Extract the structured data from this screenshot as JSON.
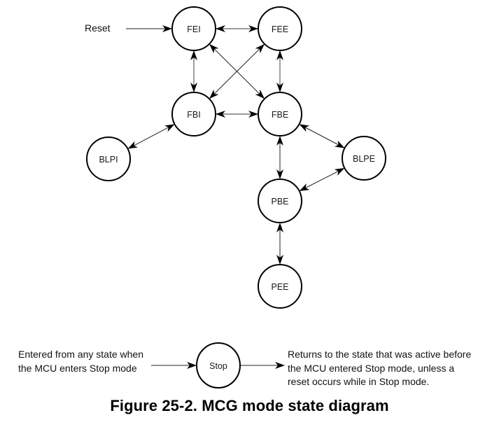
{
  "diagram": {
    "title": "MCG mode state diagram",
    "reset_label": "Reset",
    "nodes": [
      {
        "id": "FEI",
        "label": "FEI"
      },
      {
        "id": "FEE",
        "label": "FEE"
      },
      {
        "id": "FBI",
        "label": "FBI"
      },
      {
        "id": "FBE",
        "label": "FBE"
      },
      {
        "id": "BLPI",
        "label": "BLPI"
      },
      {
        "id": "BLPE",
        "label": "BLPE"
      },
      {
        "id": "PBE",
        "label": "PBE"
      },
      {
        "id": "PEE",
        "label": "PEE"
      },
      {
        "id": "STOP",
        "label": "Stop"
      }
    ],
    "edges": [
      {
        "from": "RESET",
        "to": "FEI",
        "bidirectional": false
      },
      {
        "from": "FEI",
        "to": "FEE",
        "bidirectional": true
      },
      {
        "from": "FEI",
        "to": "FBI",
        "bidirectional": true
      },
      {
        "from": "FEE",
        "to": "FBE",
        "bidirectional": true
      },
      {
        "from": "FEI",
        "to": "FBE",
        "bidirectional": true
      },
      {
        "from": "FEE",
        "to": "FBI",
        "bidirectional": true
      },
      {
        "from": "FBI",
        "to": "FBE",
        "bidirectional": true
      },
      {
        "from": "FBI",
        "to": "BLPI",
        "bidirectional": true
      },
      {
        "from": "FBE",
        "to": "BLPE",
        "bidirectional": true
      },
      {
        "from": "FBE",
        "to": "PBE",
        "bidirectional": true
      },
      {
        "from": "BLPE",
        "to": "PBE",
        "bidirectional": true
      },
      {
        "from": "PBE",
        "to": "PEE",
        "bidirectional": true
      },
      {
        "from": "ANY",
        "to": "STOP",
        "bidirectional": false
      },
      {
        "from": "STOP",
        "to": "PREVIOUS",
        "bidirectional": false
      }
    ],
    "stop_note_left": "Entered from any state when\nthe MCU enters Stop mode",
    "stop_note_right": "Returns to the state that was active before\nthe MCU entered Stop mode, unless a\nreset occurs while in Stop mode."
  },
  "caption": "Figure 25-2. MCG mode state diagram"
}
